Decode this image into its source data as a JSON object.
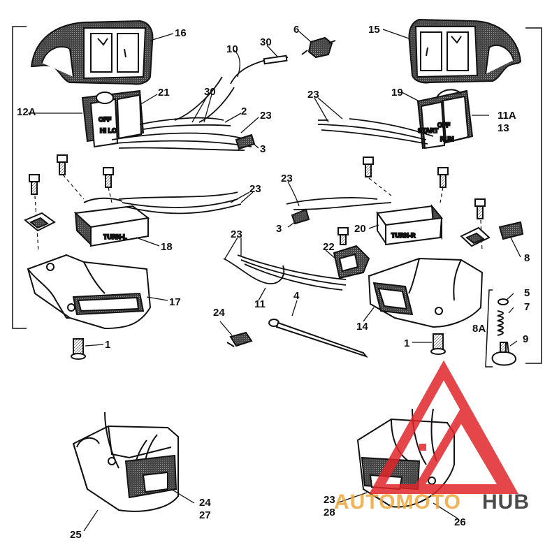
{
  "diagram": {
    "callouts": {
      "c16": "16",
      "c15": "15",
      "c6": "6",
      "c10": "10",
      "c30a": "30",
      "c30b": "30",
      "c21": "21",
      "c2": "2",
      "c23a": "23",
      "c3a": "3",
      "c12A": "12A",
      "c23b": "23",
      "c19": "19",
      "c11A": "11A",
      "c13": "13",
      "c23c": "23",
      "c23d": "23",
      "c3b": "3",
      "c20": "20",
      "c18": "18",
      "c23e": "23",
      "c22": "22",
      "c17": "17",
      "c11": "11",
      "c4": "4",
      "c14": "14",
      "c8": "8",
      "c5": "5",
      "c7": "7",
      "c8A": "8A",
      "c9": "9",
      "c24a": "24",
      "c1a": "1",
      "c1b": "1",
      "c24b": "24",
      "c27": "27",
      "c25": "25",
      "c23f": "23",
      "c28": "28",
      "c26": "26"
    },
    "part_text": {
      "turn_l": "TURN-L",
      "turn_r": "TURN-R",
      "sw21_off": "OFF",
      "sw21_hilo": "HI LO",
      "sw19_off": "OFF",
      "sw19_start": "START",
      "sw19_run": "RUN"
    }
  },
  "watermark": {
    "text_a": "AUTOMOTO",
    "text_b": "HUB",
    "color_red": "#e0262b",
    "color_orange": "#f0a63a",
    "color_dark": "#2b2b2b"
  }
}
